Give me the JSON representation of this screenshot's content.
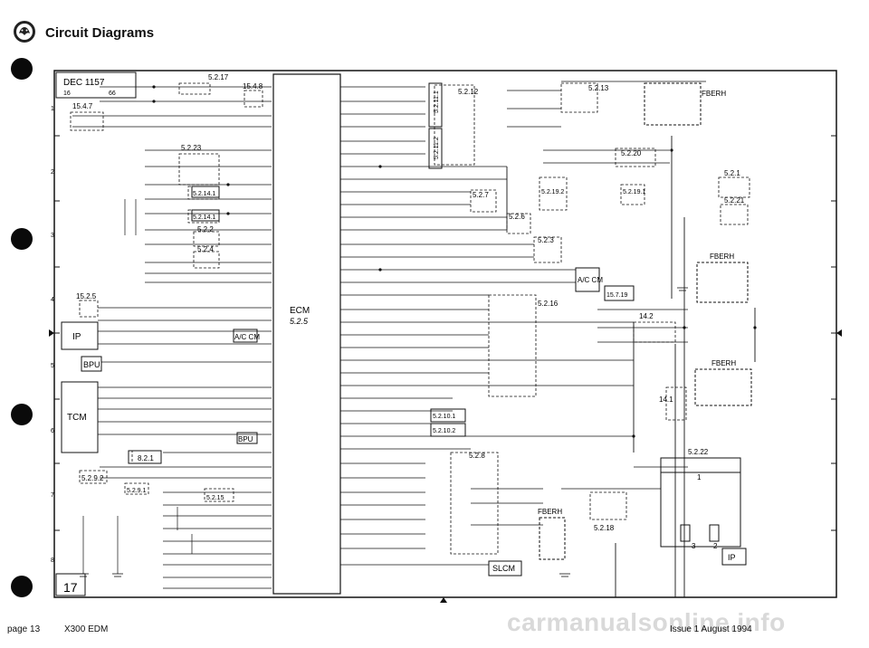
{
  "header": {
    "title": "Circuit Diagrams"
  },
  "stamp": {
    "line1": "DEC 1157",
    "line2_left": "16",
    "line2_right": "66"
  },
  "sheet_box": {
    "label": "17"
  },
  "row_numbers": [
    "1",
    "2",
    "3",
    "4",
    "5",
    "6",
    "7",
    "8"
  ],
  "modules": {
    "ecm": {
      "name": "ECM",
      "ref": "5.2.5"
    },
    "tcm": "TCM",
    "ip": "IP",
    "bpu": "BPU",
    "bpu2": "BPU",
    "acm1": "A/C CM",
    "acm2": "A/C CM",
    "slcm": "SLCM",
    "fberh1": "FBERH",
    "fberh2": "FBERH",
    "fberh3": "FBERH",
    "fberh4": "FBERH",
    "ip2": "IP"
  },
  "refs": {
    "r1": "5.2.17",
    "r2": "15.4.8",
    "r3": "15.4.7",
    "r4": "5.2.23",
    "r5": "5.2.14.1",
    "r6": "5.2.14.1",
    "r7": "5.2.2",
    "r8": "5.2.4",
    "r9": "15.2.5",
    "r10": "8.2.1",
    "r11": "5.2.9.2",
    "r12": "5.2.9.1",
    "r13": "5.2.15",
    "r14": "5.2.11.1",
    "r15": "5.2.11.2",
    "r16": "5.2.12",
    "r17": "5.2.7",
    "r18": "5.2.6",
    "r19": "5.2.3",
    "r20": "5.2.16",
    "r21": "5.2.10.1",
    "r22": "5.2.10.2",
    "r23": "5.2.8",
    "r24": "5.2.13",
    "r25": "5.2.20",
    "r26": "5.2.19.2",
    "r27": "5.2.19.1",
    "r28": "15.7.19",
    "r29": "14.2",
    "r30": "5.2.1",
    "r31": "5.2.21",
    "r32": "14.1",
    "r33": "5.2.22",
    "r34": "5.2.18"
  },
  "sub_labels": {
    "three": "3",
    "two": "2",
    "one": "1"
  },
  "footer": {
    "page": "page 13",
    "doc": "X300 EDM",
    "issue": "Issue 1 August 1994"
  },
  "watermark": "carmanualsonline.info"
}
